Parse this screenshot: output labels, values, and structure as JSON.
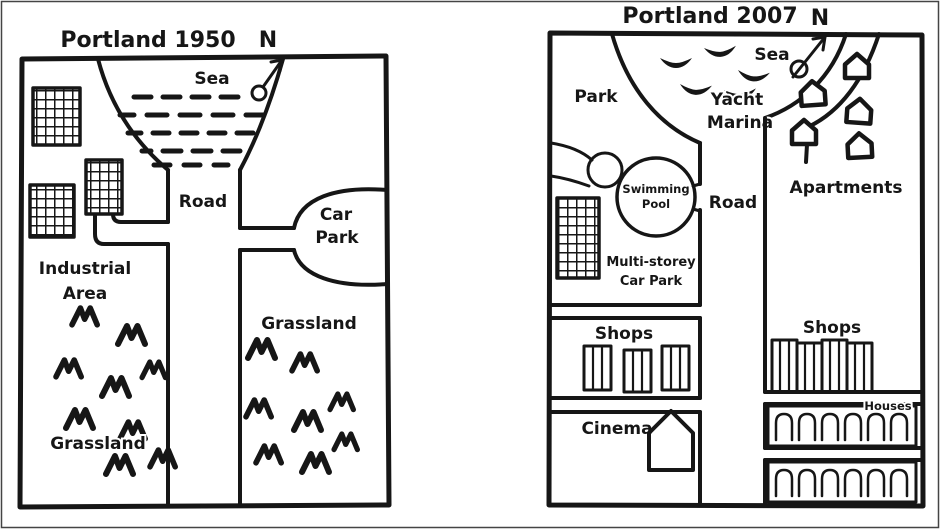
{
  "maps": [
    {
      "title": "Portland 1950",
      "north": "N",
      "labels": {
        "sea": "Sea",
        "road": "Road",
        "car_park_line1": "Car",
        "car_park_line2": "Park",
        "industrial_line1": "Industrial",
        "industrial_line2": "Area",
        "grassland_east": "Grassland",
        "grassland_south": "Grassland"
      }
    },
    {
      "title": "Portland 2007",
      "north": "N",
      "labels": {
        "sea": "Sea",
        "park": "Park",
        "yacht_marina_line1": "Yacht",
        "yacht_marina_line2": "Marina",
        "swimming_pool_line1": "Swimming",
        "swimming_pool_line2": "Pool",
        "road": "Road",
        "apartments": "Apartments",
        "multi_storey_line1": "Multi-storey",
        "multi_storey_line2": "Car Park",
        "shops_west": "Shops",
        "shops_east": "Shops",
        "cinema": "Cinema",
        "houses": "Houses"
      }
    }
  ]
}
